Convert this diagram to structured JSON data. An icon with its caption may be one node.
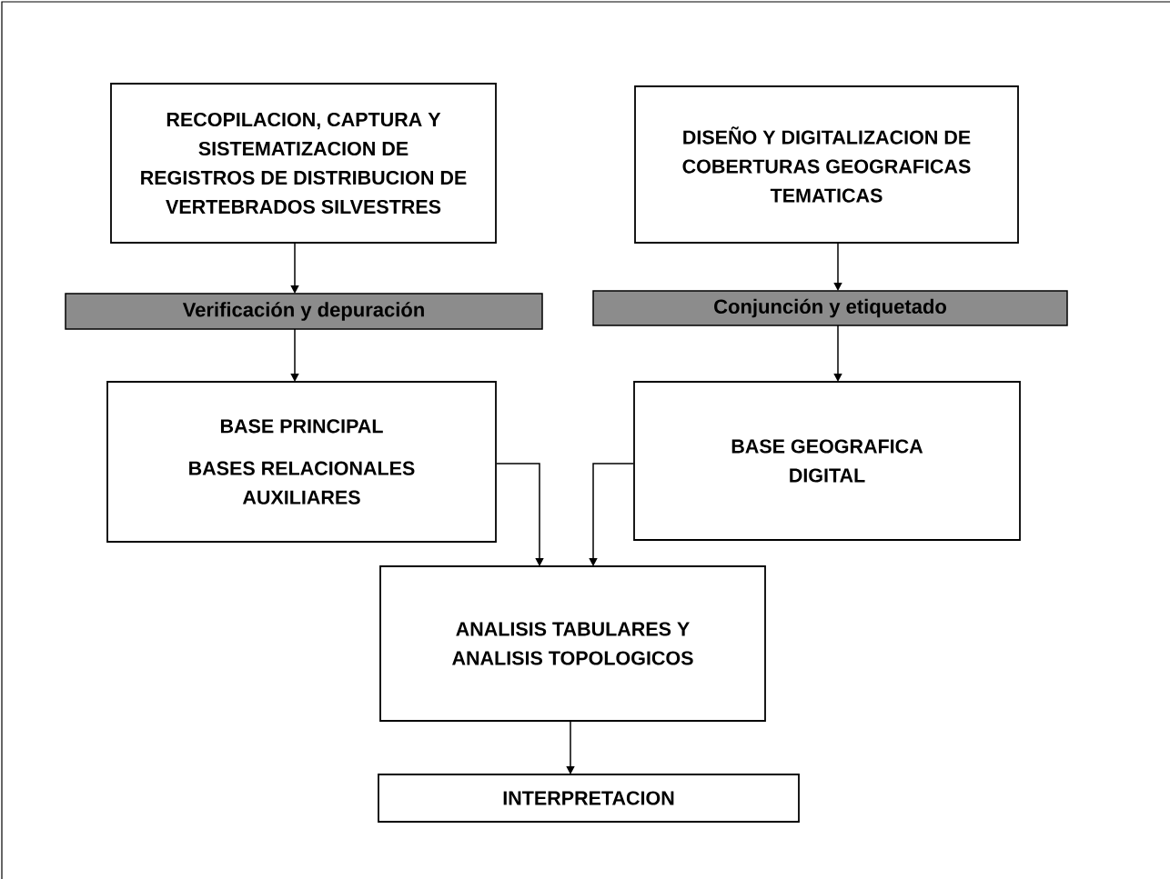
{
  "diagram": {
    "nodes": [
      {
        "text": [
          "RECOPILACION, CAPTURA Y SISTEMATIZACION DE REGISTROS DE DISTRIBUCION DE VERTEBRADOS SILVESTRES"
        ]
      },
      {
        "text": [
          "DISEÑO Y DIGITALIZACION DE COBERTURAS GEOGRAFICAS TEMATICAS"
        ]
      },
      {
        "text": [
          "Verificación y depuración"
        ]
      },
      {
        "text": [
          "Conjunción y etiquetado"
        ]
      },
      {
        "text": [
          "BASE PRINCIPAL",
          "BASES RELACIONALES AUXILIARES"
        ]
      },
      {
        "text": [
          "BASE GEOGRAFICA DIGITAL"
        ]
      },
      {
        "text": [
          "ANALISIS TABULARES Y ANALISIS TOPOLOGICOS"
        ]
      },
      {
        "text": [
          "INTERPRETACION"
        ]
      }
    ],
    "edges": [
      {
        "from": 0,
        "to": 2,
        "arrow": "to"
      },
      {
        "from": 2,
        "to": 4,
        "arrow": "to"
      },
      {
        "from": 1,
        "to": 3,
        "arrow": "to"
      },
      {
        "from": 3,
        "to": 5,
        "arrow": "to"
      },
      {
        "from": 4,
        "to": 6,
        "arrow": "to"
      },
      {
        "from": 5,
        "to": 6,
        "arrow": "to"
      },
      {
        "from": 6,
        "to": 7,
        "arrow": "to"
      }
    ]
  }
}
